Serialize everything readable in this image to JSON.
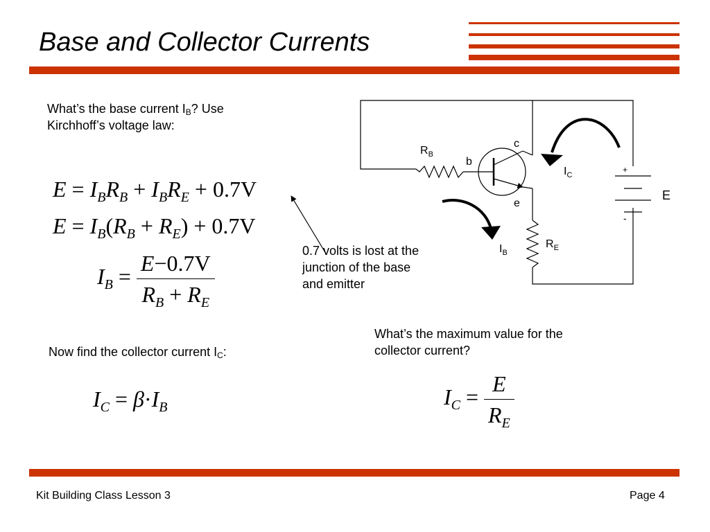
{
  "slide": {
    "title": "Base and Collector Currents",
    "footer_left": "Kit Building Class Lesson 3",
    "footer_right": "Page 4"
  },
  "left": {
    "q1_line1_pre": "What’s the base current I",
    "q1_sub": "B",
    "q1_line1_post": "? Use",
    "q1_line2": "Kirchhoff’s voltage law:",
    "q2_pre": "Now find the collector current I",
    "q2_sub": "C",
    "q2_post": ":"
  },
  "annotation": {
    "line1": "0.7 volts is lost at the",
    "line2": "junction of the base",
    "line3": "and emitter"
  },
  "right": {
    "q3_line1": "What’s the maximum value for the",
    "q3_line2": "collector current?"
  },
  "equations": {
    "eq1": {
      "E": "E",
      "eq": "=",
      "I": "I",
      "B": "B",
      "R": "R",
      "RE_sub": "E",
      "plus": "+",
      "v": "0.7V"
    },
    "eq2": {
      "E": "E",
      "eq": "=",
      "I": "I",
      "B": "B",
      "lp": "(",
      "R": "R",
      "RE_sub": "E",
      "plus": "+",
      "rp": ")",
      "v": "0.7V"
    },
    "eq3": {
      "I": "I",
      "B": "B",
      "eq": "=",
      "E": "E",
      "minus": "−",
      "v": "0.7V",
      "R": "R",
      "RE_sub": "E",
      "plus": "+"
    },
    "eq4": {
      "I": "I",
      "C": "C",
      "eq": "=",
      "beta": "β",
      "dot": "·",
      "B": "B"
    },
    "eq5": {
      "I": "I",
      "C": "C",
      "eq": "=",
      "E": "E",
      "R": "R",
      "RE_sub": "E"
    }
  },
  "circuit": {
    "rb": "R",
    "rb_sub": "B",
    "re": "R",
    "re_sub": "E",
    "b": "b",
    "c": "c",
    "e": "e",
    "ic": "I",
    "ic_sub": "C",
    "ib": "I",
    "ib_sub": "B",
    "batt_label": "E",
    "plus": "+",
    "minus": "-"
  },
  "colors": {
    "accent": "#cc3300"
  }
}
